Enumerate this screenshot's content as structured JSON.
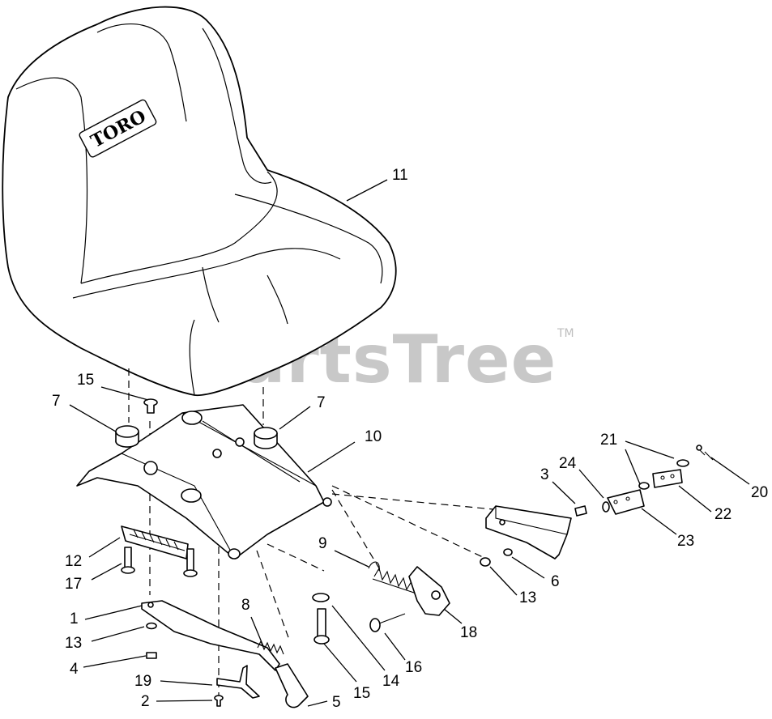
{
  "watermark": {
    "text": "PartsTree",
    "trademark": "TM"
  },
  "seat_logo": "TORO",
  "callouts": [
    {
      "id": "callout-11",
      "label": "11"
    },
    {
      "id": "callout-10",
      "label": "10"
    },
    {
      "id": "callout-15-top",
      "label": "15"
    },
    {
      "id": "callout-7-left",
      "label": "7"
    },
    {
      "id": "callout-7-right",
      "label": "7"
    },
    {
      "id": "callout-12",
      "label": "12"
    },
    {
      "id": "callout-17",
      "label": "17"
    },
    {
      "id": "callout-1",
      "label": "1"
    },
    {
      "id": "callout-13-left",
      "label": "13"
    },
    {
      "id": "callout-4",
      "label": "4"
    },
    {
      "id": "callout-19",
      "label": "19"
    },
    {
      "id": "callout-2",
      "label": "2"
    },
    {
      "id": "callout-8",
      "label": "8"
    },
    {
      "id": "callout-5",
      "label": "5"
    },
    {
      "id": "callout-15-bottom",
      "label": "15"
    },
    {
      "id": "callout-14",
      "label": "14"
    },
    {
      "id": "callout-9",
      "label": "9"
    },
    {
      "id": "callout-16",
      "label": "16"
    },
    {
      "id": "callout-18",
      "label": "18"
    },
    {
      "id": "callout-3",
      "label": "3"
    },
    {
      "id": "callout-24",
      "label": "24"
    },
    {
      "id": "callout-21",
      "label": "21"
    },
    {
      "id": "callout-20",
      "label": "20"
    },
    {
      "id": "callout-22",
      "label": "22"
    },
    {
      "id": "callout-23",
      "label": "23"
    },
    {
      "id": "callout-6",
      "label": "6"
    },
    {
      "id": "callout-13-right",
      "label": "13"
    }
  ]
}
